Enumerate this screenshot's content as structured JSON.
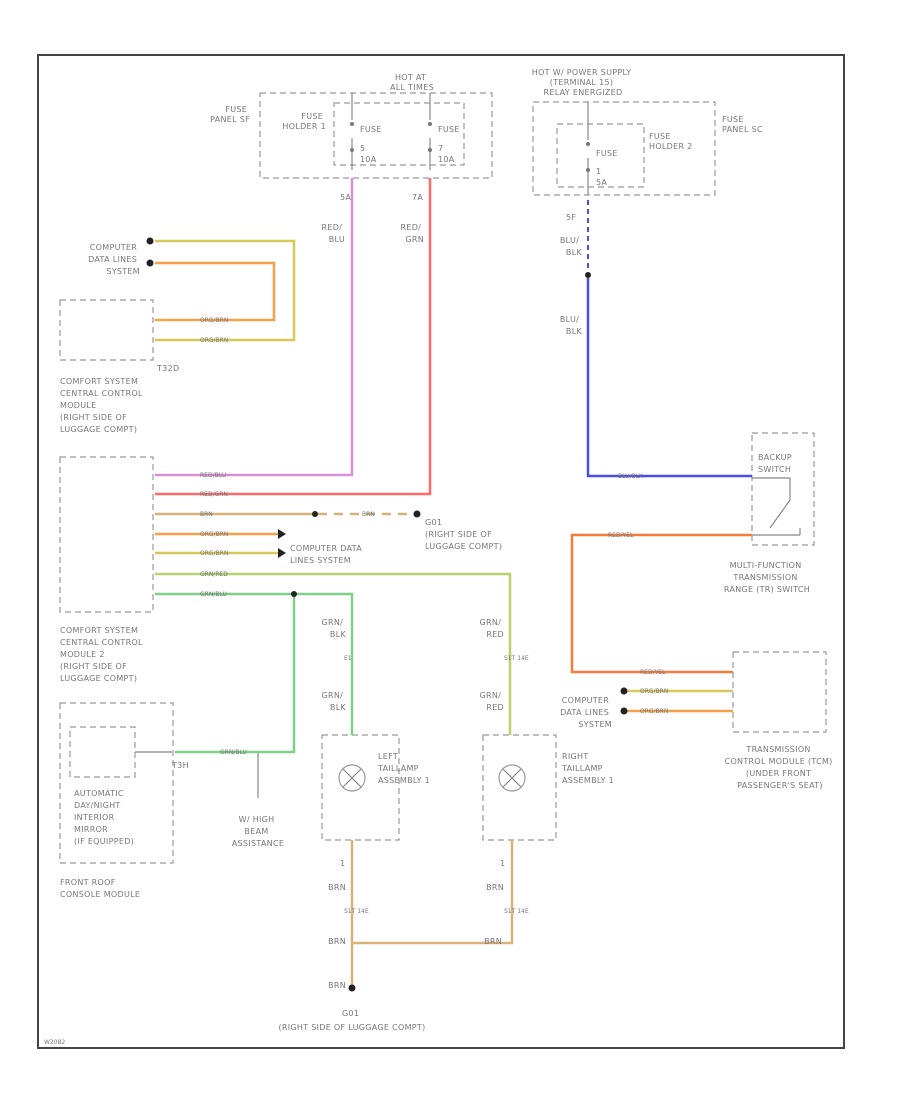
{
  "labels": {
    "fuse_panel_sf": [
      "FUSE",
      "PANEL SF"
    ],
    "fuse_holder_1": [
      "FUSE",
      "HOLDER 1"
    ],
    "hot_at_all_times": [
      "HOT AT",
      "ALL TIMES"
    ],
    "fuse_a": [
      "FUSE",
      "5",
      "10A"
    ],
    "fuse_b": [
      "FUSE",
      "7",
      "10A"
    ],
    "hot_power_supply": [
      "HOT W/ POWER SUPPLY",
      "(TERMINAL 15)",
      "RELAY ENERGIZED"
    ],
    "fuse_c": [
      "FUSE",
      "1",
      "5A"
    ],
    "fuse_holder_2": [
      "FUSE",
      "HOLDER 2"
    ],
    "fuse_panel_sc": [
      "FUSE",
      "PANEL SC"
    ],
    "computer_data_lines_1": [
      "COMPUTER",
      "DATA LINES",
      "SYSTEM"
    ],
    "comfort_module_1": [
      "COMFORT SYSTEM",
      "CENTRAL CONTROL",
      "MODULE",
      "(RIGHT SIDE OF",
      "LUGGAGE COMPT)"
    ],
    "comfort_module_2": [
      "COMFORT SYSTEM",
      "CENTRAL CONTROL",
      "MODULE 2",
      "(RIGHT SIDE OF",
      "LUGGAGE COMPT)"
    ],
    "computer_data_lines_2": [
      "COMPUTER DATA",
      "LINES SYSTEM"
    ],
    "ground_g1": [
      "G01",
      "(RIGHT SIDE OF",
      "LUGGAGE COMPT)"
    ],
    "ground_g1_bottom": [
      "G01",
      "(RIGHT SIDE OF LUGGAGE COMPT)"
    ],
    "backup_switch": [
      "BACKUP",
      "SWITCH"
    ],
    "multifunction": [
      "MULTI-FUNCTION",
      "TRANSMISSION",
      "RANGE (TR) SWITCH"
    ],
    "computer_data_lines_3": [
      "COMPUTER",
      "DATA LINES",
      "SYSTEM"
    ],
    "tcm": [
      "TRANSMISSION",
      "CONTROL MODULE (TCM)",
      "(UNDER FRONT",
      "PASSENGER'S SEAT)"
    ],
    "left_taillamp": [
      "LEFT",
      "TAILLAMP",
      "ASSEMBLY 1"
    ],
    "right_taillamp": [
      "RIGHT",
      "TAILLAMP",
      "ASSEMBLY 1"
    ],
    "mirror": [
      "AUTOMATIC",
      "DAY/NIGHT",
      "INTERIOR",
      "MIRROR",
      "(IF EQUIPPED)"
    ],
    "front_roof": [
      "FRONT ROOF",
      "CONSOLE MODULE"
    ],
    "high_beam": [
      "W/ HIGH",
      "BEAM",
      "ASSISTANCE"
    ],
    "connector_t32d": "T32D",
    "connector_t3h": "T3H",
    "wire_red_blu": [
      "RED/",
      "BLU"
    ],
    "wire_red_grn": [
      "RED/",
      "GRN"
    ],
    "wire_blu_blk_1": [
      "BLU/",
      "BLK"
    ],
    "wire_blu_blk_2": [
      "BLU/",
      "BLK"
    ],
    "wire_grn_blk_1": [
      "GRN/",
      "BLK"
    ],
    "wire_grn_blk_2": [
      "GRN/",
      "BLK"
    ],
    "wire_grn_red_1": [
      "GRN/",
      "RED"
    ],
    "wire_grn_red_2": [
      "GRN/",
      "RED"
    ],
    "wire_brn": "BRN",
    "pin_5a": "5A",
    "pin_7a": "7A",
    "pin_5f": "5F",
    "pin_1": "1",
    "splice_a": "S1T 14E",
    "term_e": "E1"
  },
  "wire_tags": {
    "orgbrn_1": "ORG/BRN",
    "orgbrn_2": "ORG/BRN",
    "redblu": "RED/BLU",
    "redgrn": "RED/GRN",
    "brn_1": "BRN",
    "brn_2": "BRN",
    "orgbrn_3": "ORG/BRN",
    "orgbrn_4": "ORG/BRN",
    "grnred": "GRN/RED",
    "grnblu": "GRN/BLU",
    "grnblu_mirror": "GRN/BLU",
    "blublk": "BLU/BLK",
    "redyel_1": "RED/YEL",
    "redyel_2": "RED/YEL",
    "orgbrn_tcm_1": "ORG/BRN",
    "orgbrn_tcm_2": "ORG/BRN"
  },
  "colors": {
    "pink": "#d98fd6",
    "red": "#ff6b6b",
    "blue": "#4a4de8",
    "orange": "#f5a24a",
    "yellow": "#d8c85a",
    "tan": "#d9b27a",
    "green": "#7cd08a",
    "lime": "#b7d26a",
    "redorange": "#f47c3c"
  },
  "footer": {
    "code": "W2082"
  }
}
